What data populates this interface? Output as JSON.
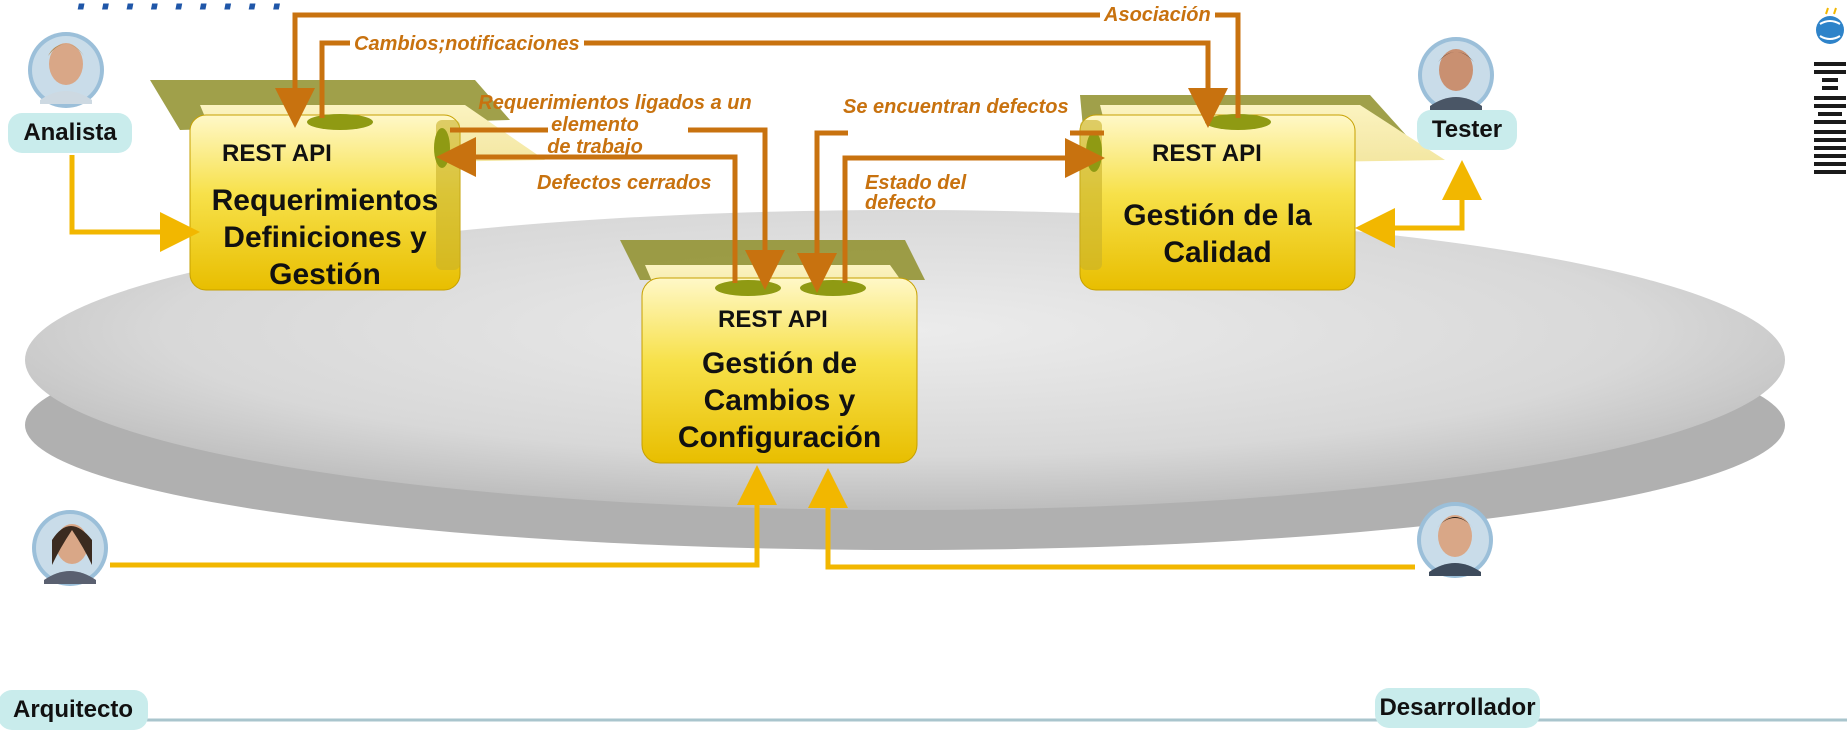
{
  "roles": {
    "analista": "Analista",
    "tester": "Tester",
    "arquitecto": "Arquitecto",
    "desarrollador": "Desarrollador"
  },
  "boxes": {
    "requirements": {
      "api": "REST API",
      "title": "Requerimientos\nDefiniciones y\nGestión"
    },
    "quality": {
      "api": "REST API",
      "title": "Gestión de la\nCalidad"
    },
    "change": {
      "api": "REST API",
      "title": "Gestión de\nCambios y\nConfiguración"
    }
  },
  "flows": {
    "asociacion": "Asociación",
    "cambios": "Cambios;notificaciones",
    "req_ligados_1": "Requerimientos ligados a un",
    "req_ligados_2": "elemento",
    "req_ligados_3": "de trabajo",
    "defectos_cerrados": "Defectos cerrados",
    "se_encuentran": "Se encuentran defectos",
    "estado_1": "Estado del",
    "estado_2": "defecto"
  },
  "colors": {
    "orange_arrow": "#c8720f",
    "yellow_arrow": "#f2b700",
    "box_fill": "#f5dc2a",
    "platform": "#d6d6d6",
    "role_pill": "#c9ecec",
    "ibm_blue": "#1f56a8"
  },
  "icons": [
    "person-avatar-analista",
    "person-avatar-tester",
    "person-avatar-arquitecto",
    "person-avatar-desarrollador",
    "ibm-logo",
    "globe-icon"
  ]
}
